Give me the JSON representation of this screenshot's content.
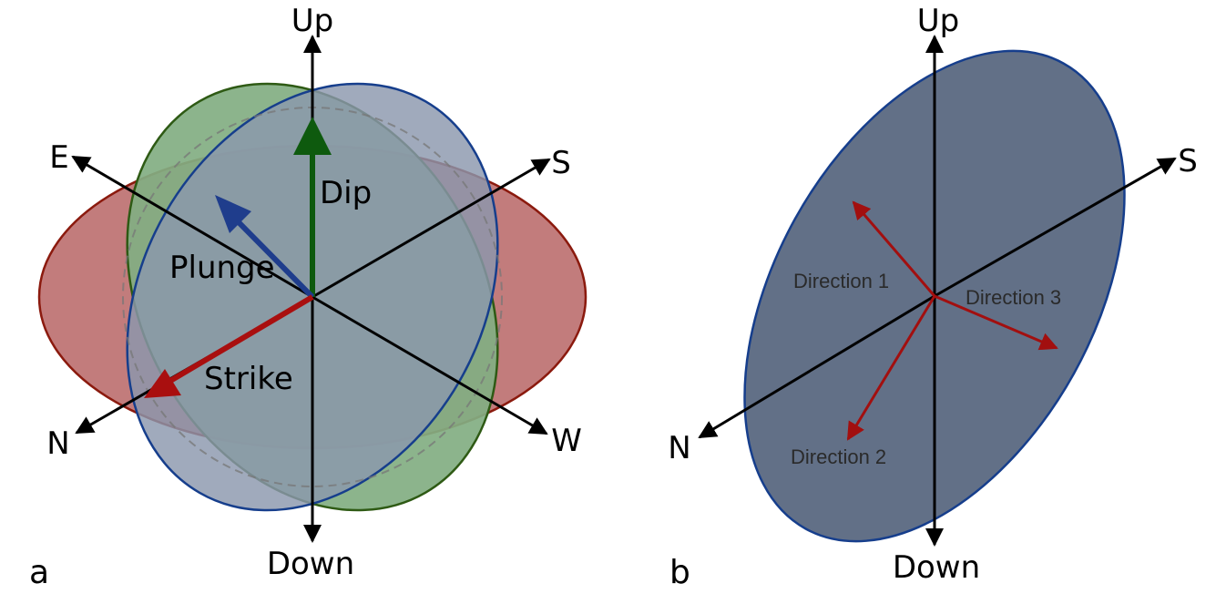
{
  "panel_a": {
    "letter": "a",
    "axes": {
      "up": "Up",
      "down": "Down",
      "e": "E",
      "s": "S",
      "n": "N",
      "w": "W"
    },
    "vectors": {
      "dip": "Dip",
      "plunge": "Plunge",
      "strike": "Strike"
    },
    "colors": {
      "red_plane_fill": "#c27c7c",
      "red_plane_stroke": "#8b1a0e",
      "blue_plane_fill": "#8b97ad",
      "blue_plane_stroke": "#163e8c",
      "green_plane_fill": "#82ae82",
      "green_plane_stroke": "#2e5a14",
      "dip_arrow": "#0e5a0e",
      "plunge_arrow": "#1f3d8c",
      "strike_arrow": "#a90f0f"
    }
  },
  "panel_b": {
    "letter": "b",
    "axes": {
      "up": "Up",
      "down": "Down",
      "s": "S",
      "n": "N"
    },
    "directions": {
      "d1": "Direction 1",
      "d2": "Direction 2",
      "d3": "Direction 3"
    },
    "colors": {
      "plane_fill": "#627087",
      "plane_stroke": "#163e8c",
      "direction_arrow": "#a20f0f"
    }
  }
}
